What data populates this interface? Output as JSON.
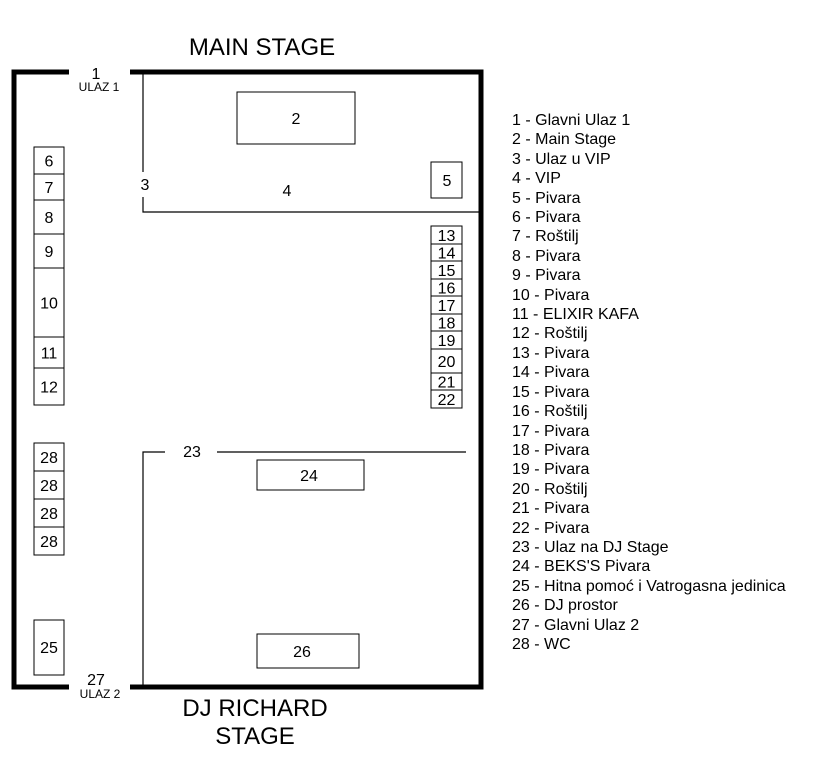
{
  "titles": {
    "top": "MAIN STAGE",
    "bottom_line1": "DJ RICHARD",
    "bottom_line2": "STAGE"
  },
  "entrances": {
    "top_number": "1",
    "top_label": "ULAZ 1",
    "bottom_number": "27",
    "bottom_label": "ULAZ 2"
  },
  "zone_labels": {
    "vip_entrance": "3",
    "vip": "4",
    "dj_entrance": "23"
  },
  "areas": {
    "main_stage": "2",
    "vip_pivara": "5",
    "beks_pivara": "24",
    "dj_prostor": "26",
    "hitna_pomoc": "25"
  },
  "left_stalls": [
    "6",
    "7",
    "8",
    "9",
    "10",
    "11",
    "12"
  ],
  "wc_stalls": [
    "28",
    "28",
    "28",
    "28"
  ],
  "right_stalls": [
    "13",
    "14",
    "15",
    "16",
    "17",
    "18",
    "19",
    "20",
    "21",
    "22"
  ],
  "legend": [
    "1 - Glavni Ulaz 1",
    "2 - Main Stage",
    "3 - Ulaz u VIP",
    "4 - VIP",
    "5 - Pivara",
    "6 - Pivara",
    "7 - Roštilj",
    "8 - Pivara",
    "9 - Pivara",
    "10 - Pivara",
    "11 - ELIXIR KAFA",
    "12 - Roštilj",
    "13 - Pivara",
    "14 - Pivara",
    "15 - Pivara",
    "16 - Roštilj",
    "17 - Pivara",
    "18 - Pivara",
    "19 - Pivara",
    "20 - Roštilj",
    "21 - Pivara",
    "22 - Pivara",
    "23 - Ulaz na DJ Stage",
    "24 - BEKS'S Pivara",
    "25 - Hitna pomoć i Vatrogasna jedinica",
    "26 - DJ prostor",
    "27 - Glavni Ulaz 2",
    "28 - WC"
  ]
}
